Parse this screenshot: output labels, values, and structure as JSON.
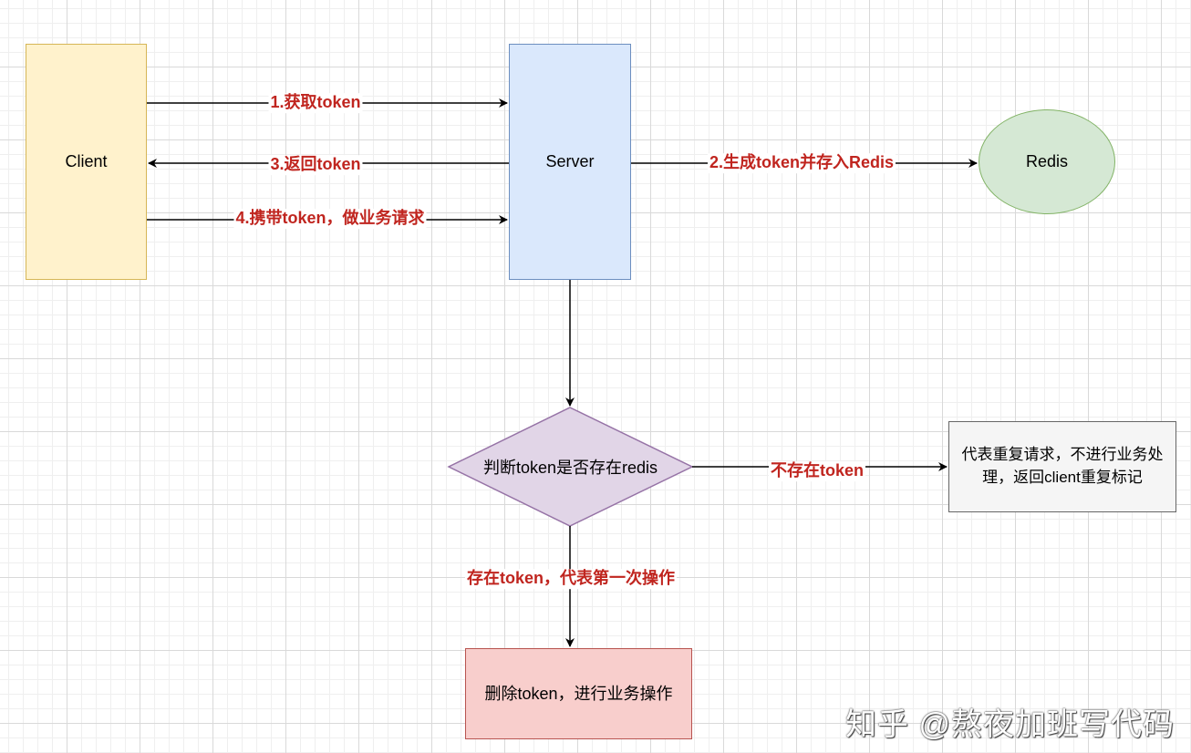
{
  "nodes": {
    "client": "Client",
    "server": "Server",
    "redis": "Redis",
    "decision": "判断token是否存在redis",
    "duplicate": "代表重复请求，不进行业务处理，返回client重复标记",
    "delete": "删除token，进行业务操作"
  },
  "edges": {
    "get_token": "1.获取token",
    "generate": "2.生成token并存入Redis",
    "return_token": "3.返回token",
    "carry_token": "4.携带token，做业务请求",
    "not_exist": "不存在token",
    "exist": "存在token，代表第一次操作"
  },
  "watermark": "知乎 @熬夜加班写代码",
  "colors": {
    "client_fill": "#fff2cc",
    "server_fill": "#dae8fc",
    "redis_fill": "#d5e8d4",
    "decision_fill": "#e1d5e7",
    "duplicate_fill": "#f5f5f5",
    "delete_fill": "#f8cecc",
    "label_text": "#c0251f"
  }
}
